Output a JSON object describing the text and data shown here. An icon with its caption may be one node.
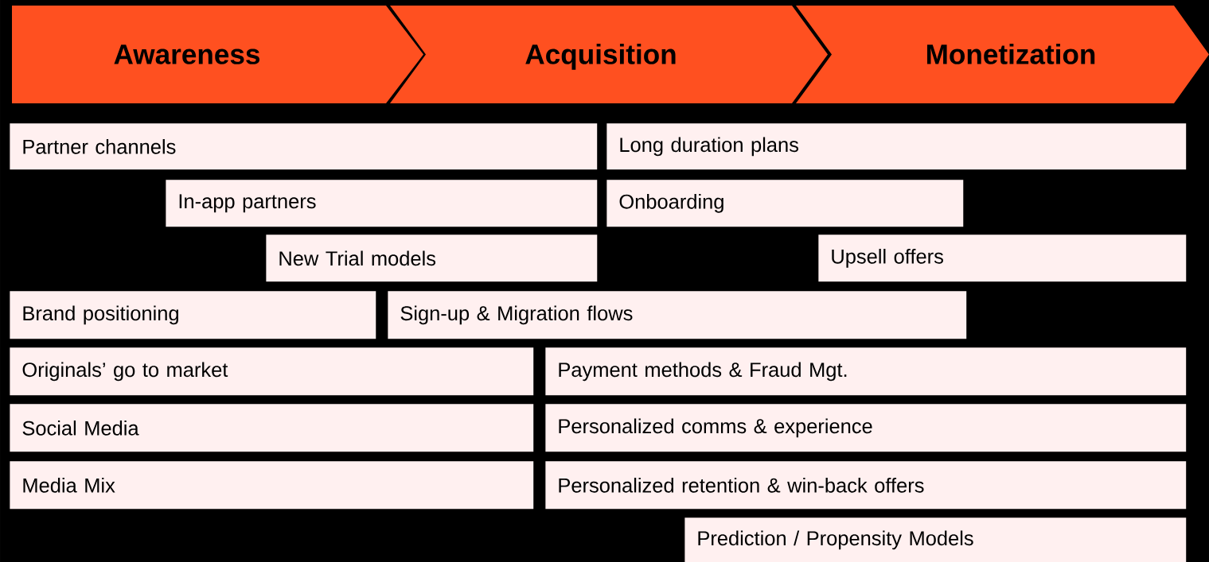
{
  "diagram": {
    "nodes": [
      {
        "text": [
          "Awareness"
        ]
      },
      {
        "text": [
          "Acquisition"
        ]
      },
      {
        "text": [
          "Monetization"
        ]
      },
      {
        "text": [
          "Partner channels"
        ]
      },
      {
        "text": [
          "Long duration plans"
        ]
      },
      {
        "text": [
          "In-app partners"
        ]
      },
      {
        "text": [
          "Onboarding"
        ]
      },
      {
        "text": [
          "New Trial models"
        ]
      },
      {
        "text": [
          "Upsell offers"
        ]
      },
      {
        "text": [
          "Brand positioning"
        ]
      },
      {
        "text": [
          "Sign-up & Migration flows"
        ]
      },
      {
        "text": [
          "Originals’ go to market"
        ]
      },
      {
        "text": [
          "Payment methods & Fraud Mgt."
        ]
      },
      {
        "text": [
          "Social Media"
        ]
      },
      {
        "text": [
          "Personalized comms & experience"
        ]
      },
      {
        "text": [
          "Media Mix"
        ]
      },
      {
        "text": [
          "Personalized retention & win-back offers"
        ]
      },
      {
        "text": [
          "Prediction / Propensity Models"
        ]
      }
    ]
  }
}
